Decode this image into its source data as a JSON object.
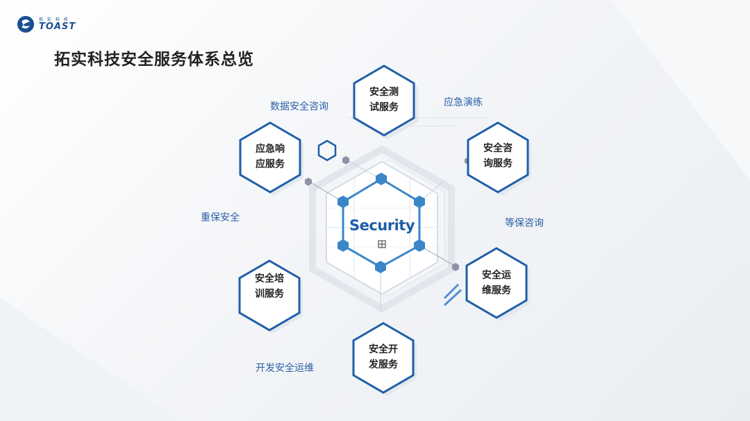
{
  "logo": {
    "sub": "拓 实 科 技",
    "main": "TOAST"
  },
  "title": "拓实科技安全服务体系总览",
  "center": {
    "title": "Security",
    "icon": "grid-icon"
  },
  "services": [
    {
      "id": "test",
      "text": "安全测\n试服务"
    },
    {
      "id": "consult",
      "text": "安全咨\n询服务"
    },
    {
      "id": "ops",
      "text": "安全运\n维服务"
    },
    {
      "id": "dev",
      "text": "安全开\n发服务"
    },
    {
      "id": "train",
      "text": "安全培\n训服务"
    },
    {
      "id": "response",
      "text": "应急响\n应服务"
    }
  ],
  "labels": [
    {
      "id": "data-consult",
      "text": "数据安全咨询"
    },
    {
      "id": "drill",
      "text": "应急演练"
    },
    {
      "id": "classified",
      "text": "等保咨询"
    },
    {
      "id": "devops",
      "text": "开发安全运维"
    },
    {
      "id": "guard",
      "text": "重保安全"
    }
  ],
  "colors": {
    "primary": "#1f5ea8",
    "node": "#3a86c8",
    "dot": "#8e93a6"
  }
}
